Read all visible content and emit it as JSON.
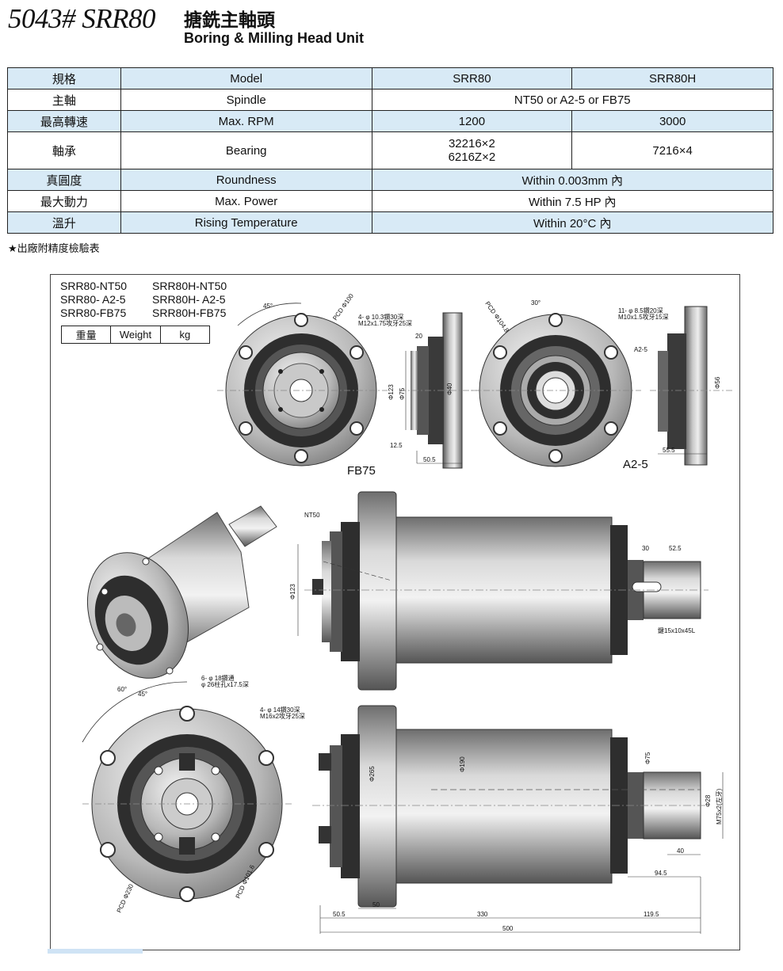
{
  "header": {
    "model_code": "5043# SRR80",
    "title_zh": "搪銑主軸頭",
    "title_en": "Boring & Milling Head Unit"
  },
  "spec_table": {
    "header": {
      "zh": "規格",
      "en": "Model",
      "col1": "SRR80",
      "col2": "SRR80H"
    },
    "rows": [
      {
        "zh": "主軸",
        "en": "Spindle",
        "merged": "NT50 or A2-5 or FB75"
      },
      {
        "zh": "最高轉速",
        "en": "Max. RPM",
        "col1": "1200",
        "col2": "3000"
      },
      {
        "zh": "軸承",
        "en": "Bearing",
        "col1a": "32216×2",
        "col1b": "6216Z×2",
        "col2": "7216×4"
      },
      {
        "zh": "真圓度",
        "en": "Roundness",
        "merged": "Within 0.003mm 內"
      },
      {
        "zh": "最大動力",
        "en": "Max. Power",
        "merged": "Within 7.5 HP 內"
      },
      {
        "zh": "溫升",
        "en": "Rising Temperature",
        "merged": "Within 20°C 內"
      }
    ]
  },
  "note": "★出廠附精度檢驗表",
  "drawing": {
    "variants_left": [
      "SRR80-NT50",
      "SRR80- A2-5",
      "SRR80-FB75"
    ],
    "variants_right": [
      "SRR80H-NT50",
      "SRR80H- A2-5",
      "SRR80H-FB75"
    ],
    "weight": {
      "zh": "重量",
      "en": "Weight",
      "unit": "kg"
    },
    "labels": {
      "fb75": "FB75",
      "a25": "A2-5",
      "nt50": "NT50",
      "a25_small": "A2-5",
      "angle45": "45°",
      "angle30": "30°",
      "angle60": "60°",
      "angle45b": "45°",
      "pcd100": "PCD Φ100",
      "pcd104": "PCD Φ104.8",
      "pcd230": "PCD Φ230",
      "pcd1016": "PCD Φ101.6",
      "holes_fb": "4- φ 10.3鑽30深",
      "holes_fb2": "M12x1.75攻牙25深",
      "holes_a25": "11- φ 8.5鑽20深",
      "holes_a25b": "M10x1.5攻牙15深",
      "holes_6": "6- φ 18鑽通",
      "holes_6b": "φ 26柱孔x17.5深",
      "holes_4": "4- φ 14鑽30深",
      "holes_4b": "M16x2攻牙25深",
      "key": "鍵15x10x45L",
      "d20": "20",
      "d125": "12.5",
      "d505": "50.5",
      "d555": "55.5",
      "d30": "30",
      "d525": "52.5",
      "d40": "40",
      "d945": "94.5",
      "d50": "50",
      "d505b": "50.5",
      "d330": "330",
      "d1195": "119.5",
      "d500": "500",
      "phi123": "Φ123",
      "phi75": "Φ75",
      "phi40": "Φ40",
      "phi56": "Φ56",
      "phi123b": "Φ123",
      "phi265": "Φ265",
      "phi190": "Φ190",
      "phi75b": "Φ75",
      "phi28": "Φ28",
      "m75": "M75x2(左牙)"
    }
  }
}
